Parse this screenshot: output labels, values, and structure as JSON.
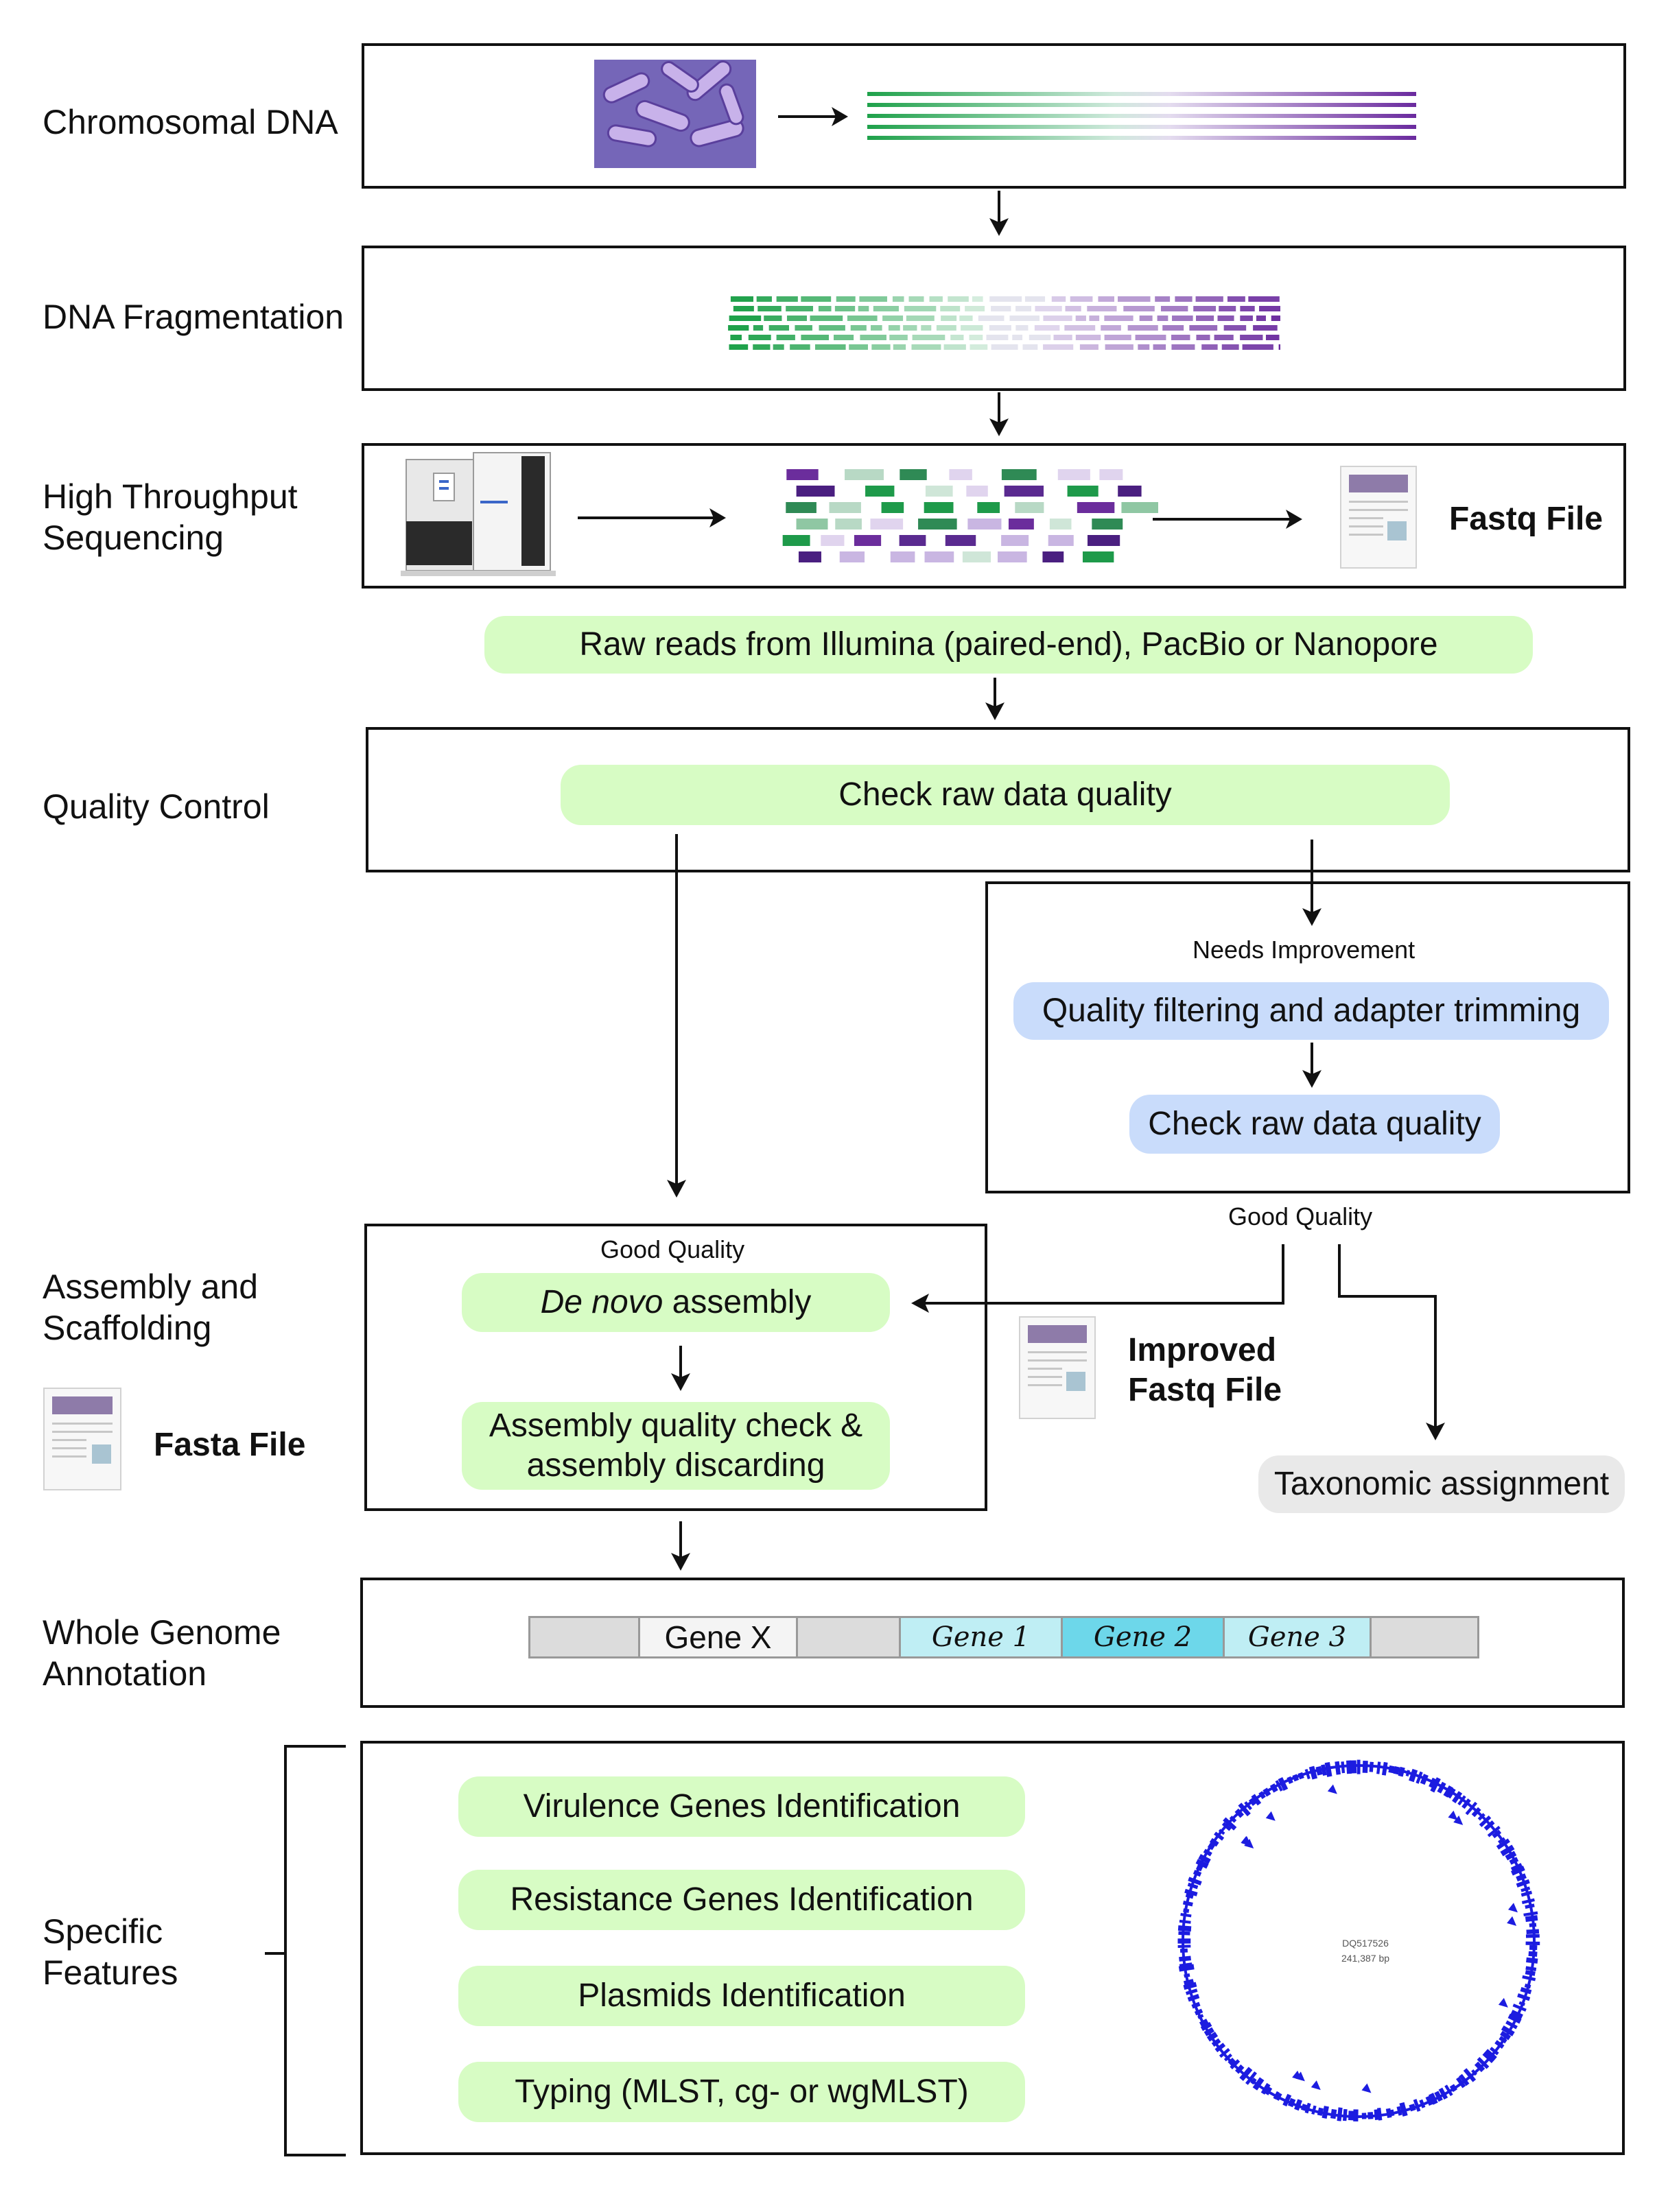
{
  "stages": {
    "chromosomal": "Chromosomal DNA",
    "fragmentation": "DNA Fragmentation",
    "sequencing": "High Throughput\nSequencing",
    "qc": "Quality Control",
    "assembly": "Assembly and\nScaffolding",
    "annotation": "Whole Genome\nAnnotation",
    "features": "Specific\nFeatures"
  },
  "files": {
    "fastq": "Fastq File",
    "improved_fastq": "Improved\nFastq File",
    "fasta": "Fasta File"
  },
  "raw_reads": "Raw reads from Illumina (paired-end), PacBio or Nanopore",
  "qc": {
    "check": "Check raw data quality",
    "needs_improvement": "Needs Improvement",
    "filtering": "Quality filtering and adapter trimming",
    "recheck": "Check raw data quality",
    "good_quality_right": "Good Quality"
  },
  "assembly": {
    "good_quality": "Good Quality",
    "de_novo_italic": "De novo",
    "de_novo_rest": " assembly",
    "quality_check": "Assembly quality check &\nassembly discarding"
  },
  "taxonomic": "Taxonomic assignment",
  "genes": {
    "x": "Gene X",
    "g1": "Gene 1",
    "g2": "Gene 2",
    "g3": "Gene 3"
  },
  "features": [
    "Virulence Genes Identification",
    "Resistance Genes Identification",
    "Plasmids Identification",
    "Typing (MLST, cg- or wgMLST)"
  ],
  "plasmid_map": {
    "name": "DQ517526",
    "size": "241,387 bp"
  },
  "colors": {
    "green_pill": "#d7fcc4",
    "blue_pill": "#c9dcfb",
    "grey_pill": "#e9e9e9",
    "dna_green": "#1ea14a",
    "dna_purple": "#6a2a9e",
    "plasmid_blue": "#1c1ce0"
  }
}
